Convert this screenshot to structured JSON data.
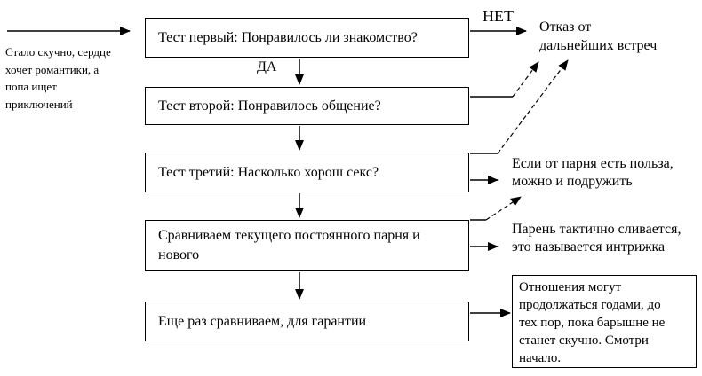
{
  "intro": {
    "note": "Стало скучно, сердце\nхочет романтики, а\nпопа ищет\nприключений"
  },
  "labels": {
    "no": "НЕТ",
    "yes": "ДА"
  },
  "boxes": [
    {
      "text": "Тест первый: Понравилось ли знакомство?"
    },
    {
      "text": "Тест второй: Понравилось общение?"
    },
    {
      "text": "Тест третий: Насколько хорош секс?"
    },
    {
      "text": "Сравниваем текущего постоянного парня и\nнового"
    },
    {
      "text": "Еще раз сравниваем, для гарантии"
    }
  ],
  "annotations": {
    "refusal": "Отказ от\nдальнейших встреч",
    "benefit": "Если от парня есть польза,\nможно и подружить",
    "intrigue": "Парень тактично сливается,\nэто называется интрижка",
    "outcome": "Отношения могут\nпродолжаться годами, до\nтех пор, пока барышне не\nстанет скучно. Смотри\nначало."
  },
  "colors": {
    "line": "#000000",
    "text": "#000000",
    "background": "#ffffff"
  }
}
